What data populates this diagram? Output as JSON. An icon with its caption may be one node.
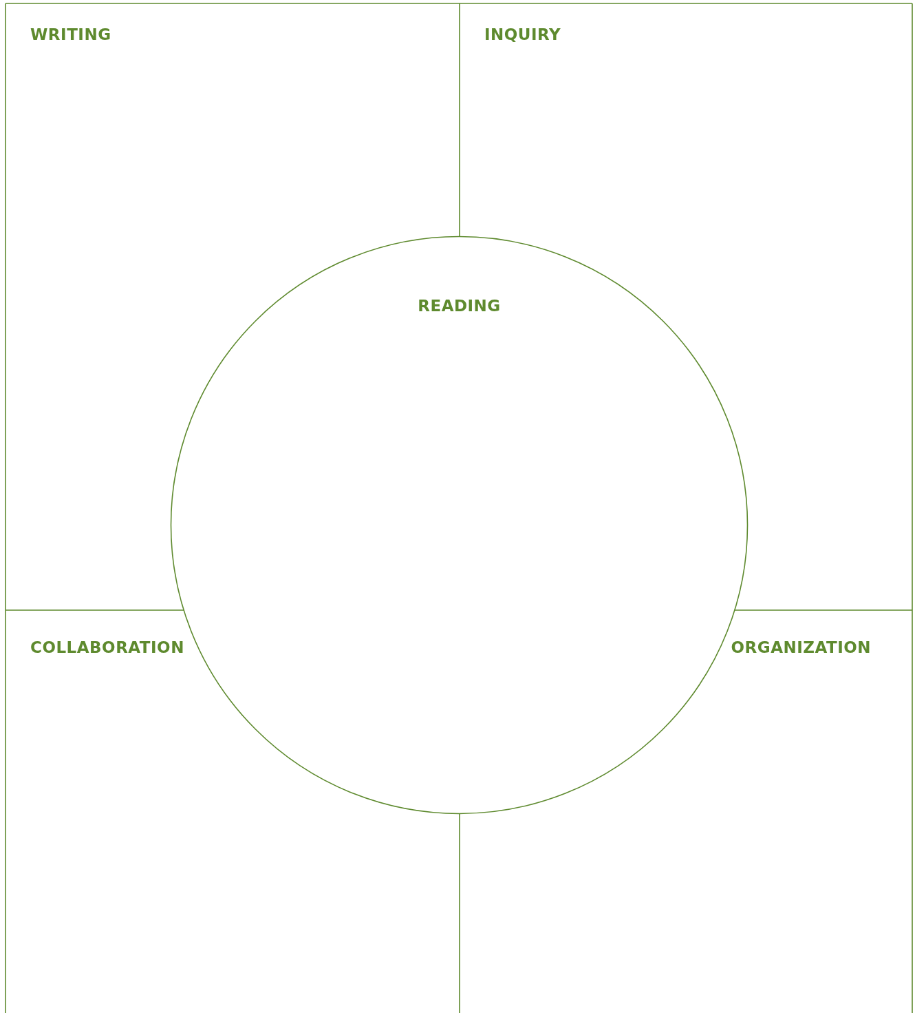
{
  "diagram": {
    "nodes": [
      {
        "text": [
          "WRITING"
        ]
      },
      {
        "text": [
          "INQUIRY"
        ]
      },
      {
        "text": [
          "READING"
        ]
      },
      {
        "text": [
          "COLLABORATION"
        ]
      },
      {
        "text": [
          "ORGANIZATION"
        ]
      }
    ]
  }
}
